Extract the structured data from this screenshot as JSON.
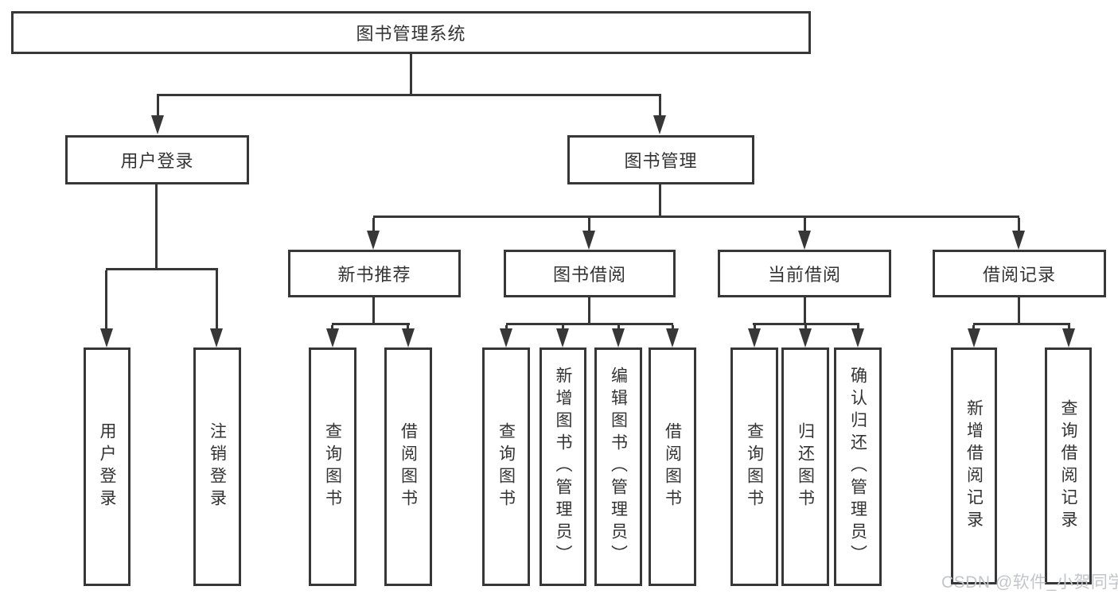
{
  "diagram_title": "图书管理系统",
  "tree": {
    "label": "图书管理系统",
    "children": [
      {
        "label": "用户登录",
        "children": [
          {
            "label": "用户登录"
          },
          {
            "label": "注销登录"
          }
        ]
      },
      {
        "label": "图书管理",
        "children": [
          {
            "label": "新书推荐",
            "children": [
              {
                "label": "查询图书"
              },
              {
                "label": "借阅图书"
              }
            ]
          },
          {
            "label": "图书借阅",
            "children": [
              {
                "label": "查询图书"
              },
              {
                "label": "新增图书（管理员）"
              },
              {
                "label": "编辑图书（管理员）"
              },
              {
                "label": "借阅图书"
              }
            ]
          },
          {
            "label": "当前借阅",
            "children": [
              {
                "label": "查询图书"
              },
              {
                "label": "归还图书"
              },
              {
                "label": "确认归还（管理员）"
              }
            ]
          },
          {
            "label": "借阅记录",
            "children": [
              {
                "label": "新增借阅记录"
              },
              {
                "label": "查询借阅记录"
              }
            ]
          }
        ]
      }
    ]
  },
  "watermark": "CSDN @软件_小贺同学",
  "colors": {
    "line": "#373737",
    "text": "#333333",
    "watermark": "#c2c6ca",
    "background": "#ffffff"
  }
}
